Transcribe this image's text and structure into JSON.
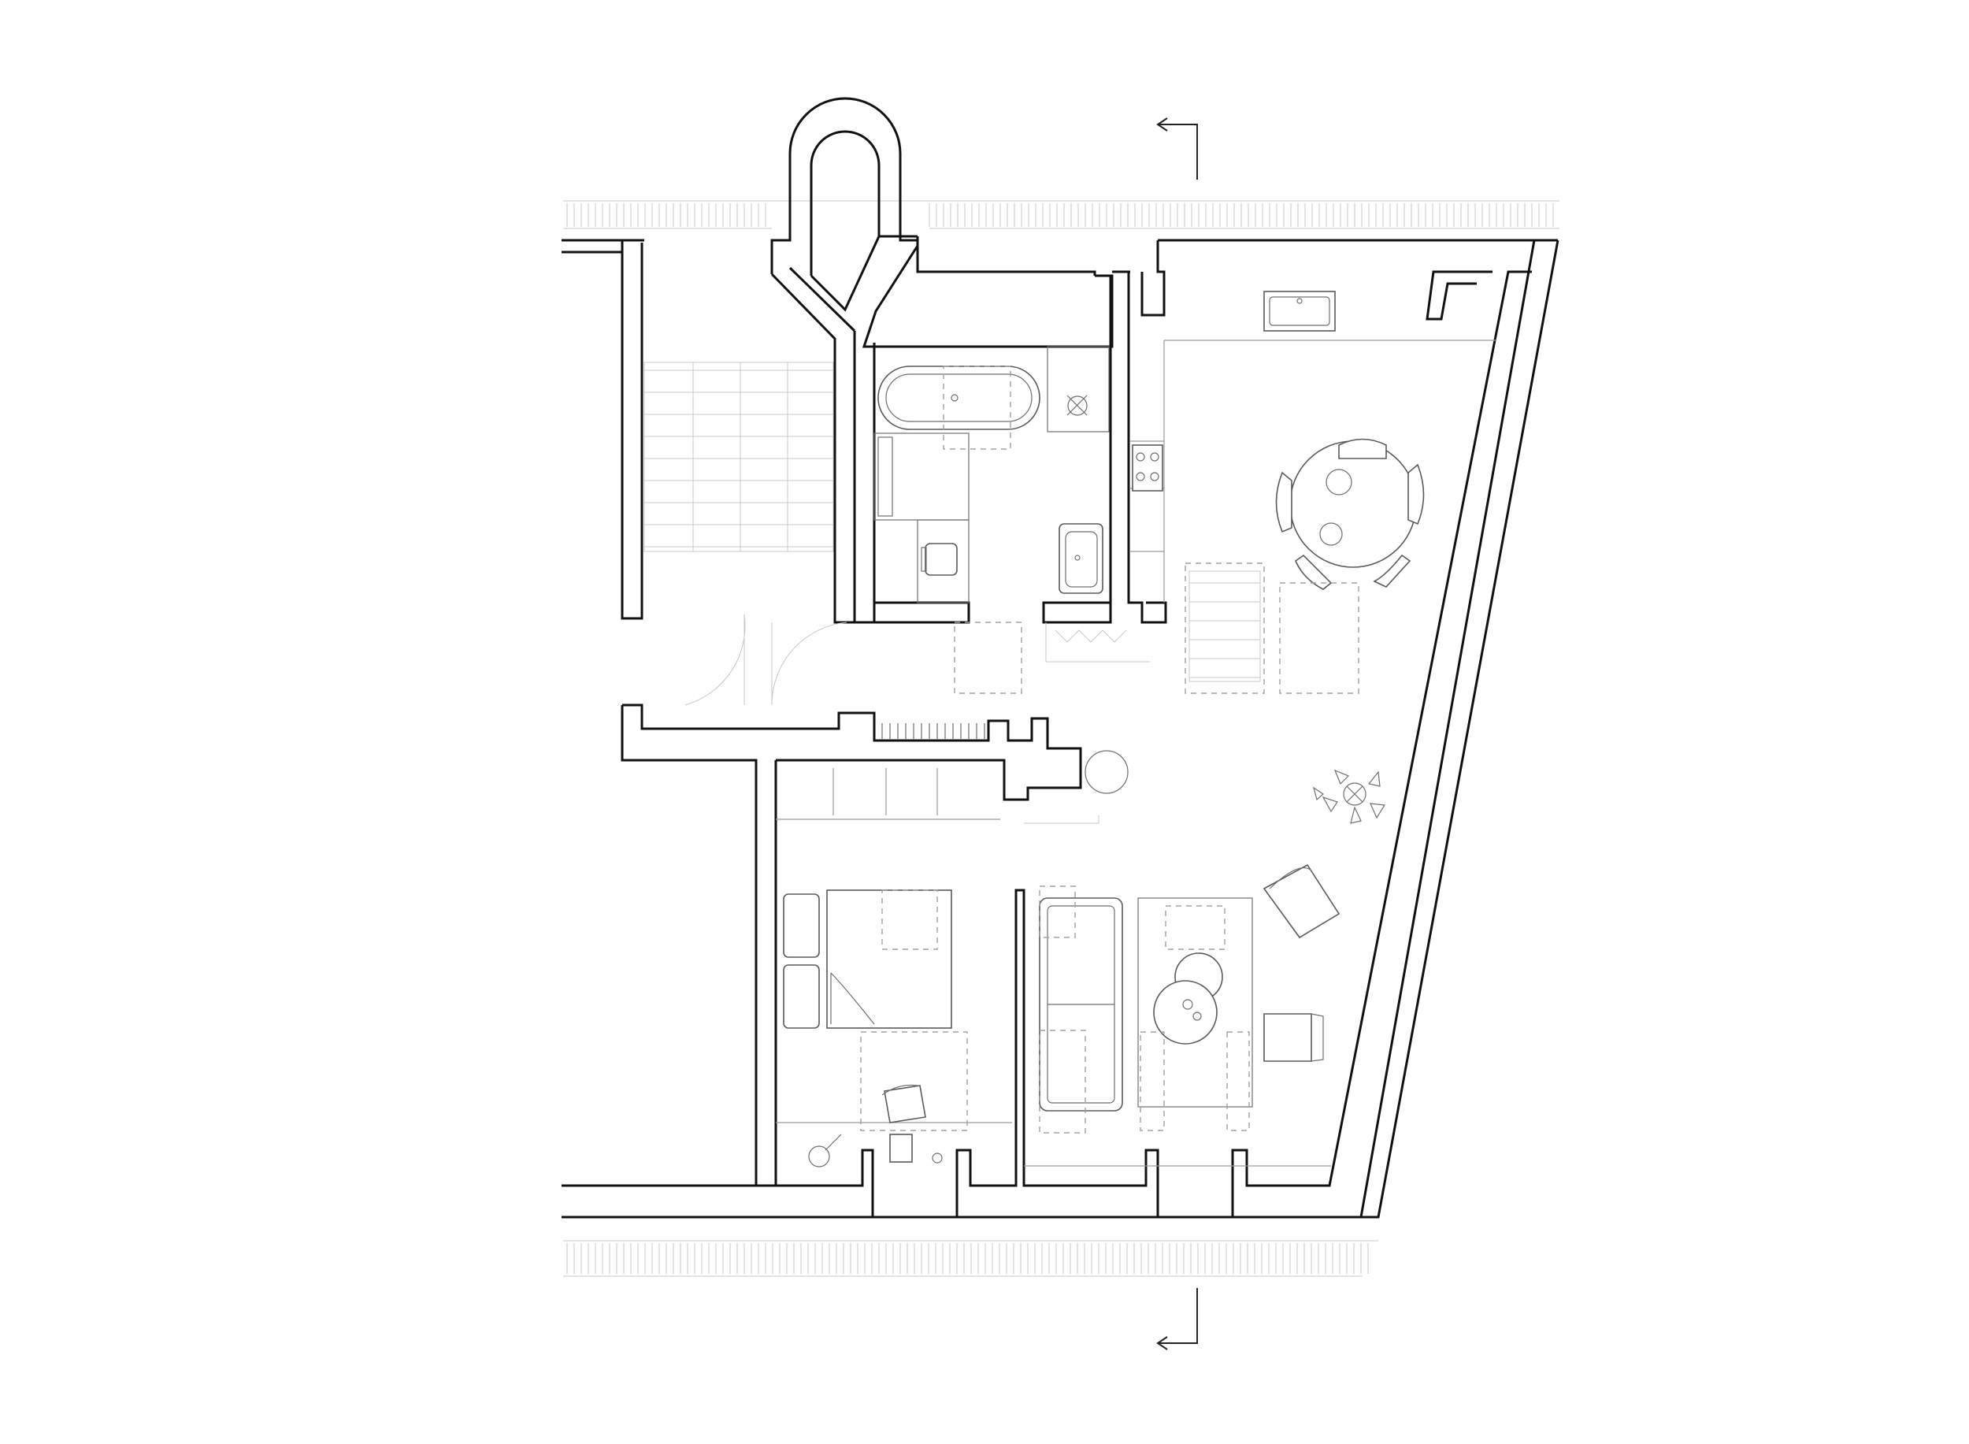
{
  "drawing": {
    "type": "architectural floor plan",
    "section_markers": 2
  },
  "colors": {
    "background": "#ffffff",
    "walls": "#111111",
    "furniture": "#5a5a5a",
    "hidden_lines": "#a0a0a0"
  },
  "rooms": [
    "stairwell",
    "bathroom",
    "kitchen-dining",
    "bedroom",
    "living-room",
    "entry-hall"
  ]
}
